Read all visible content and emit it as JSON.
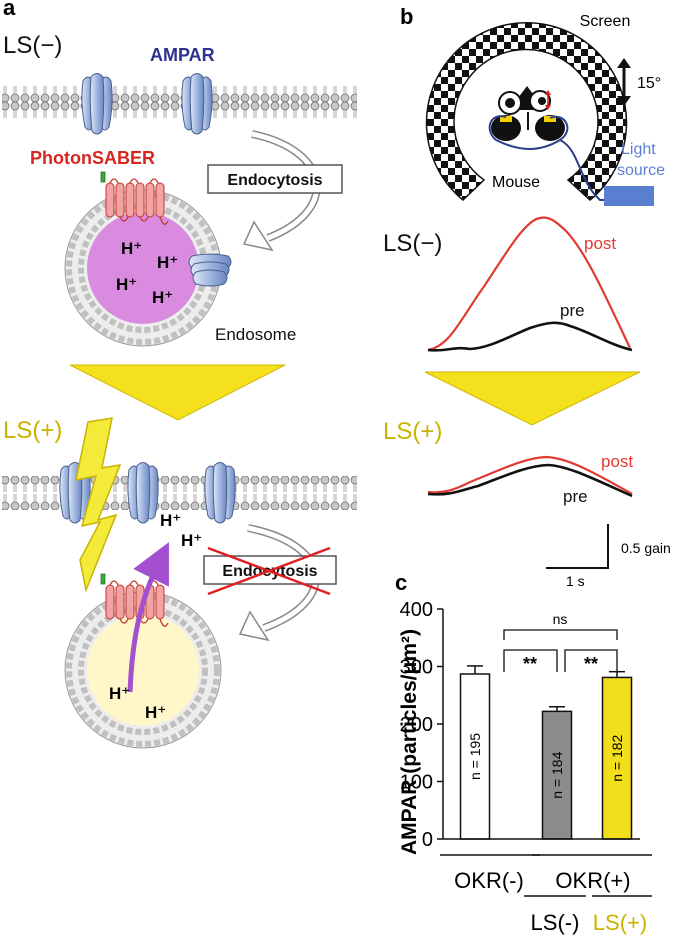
{
  "colors": {
    "ampar": "#2e3192",
    "photon_saber": "#d7261e",
    "ls_plus": "#c8b400",
    "light_source": "#5b7fd0",
    "yellow_arrow": "#f4e01c",
    "endosome_dark": "#d98be0",
    "endosome_light": "#fff7c9",
    "trace_post": "#e03a32",
    "trace_pre": "#111111",
    "bar_okr_minus": "#ffffff",
    "bar_ls_minus": "#8c8c8c",
    "bar_ls_plus": "#f2de1a"
  },
  "panel_a": {
    "letter": "a",
    "ls_minus": "LS(−)",
    "ampar": "AMPAR",
    "photonsaber": "PhotonSABER",
    "endocytosis": "Endocytosis",
    "endosome": "Endosome",
    "ls_plus": "LS(+)",
    "endocytosis_blocked": "Endocytosis",
    "proton": "H⁺"
  },
  "panel_b": {
    "letter": "b",
    "screen": "Screen",
    "angle": "15°",
    "light_source_line1": "Light",
    "light_source_line2": "source",
    "mouse": "Mouse",
    "ls_minus": "LS(−)",
    "ls_plus": "LS(+)",
    "post": "post",
    "pre": "pre",
    "scale_y": "0.5 gain",
    "scale_x": "1 s"
  },
  "panel_c": {
    "letter": "c",
    "sig_ns": "ns",
    "sig_1": "**",
    "sig_2": "**",
    "group_okr_minus": "OKR(-)",
    "group_okr_plus": "OKR(+)",
    "sub_ls_minus": "LS(-)",
    "sub_ls_plus": "LS(+)"
  },
  "chart_data": {
    "type": "bar",
    "ylabel": "AMPAR (particles/μm²)",
    "ylim": [
      0,
      400
    ],
    "yticks": [
      0,
      100,
      200,
      300,
      400
    ],
    "bars": [
      {
        "value": 287,
        "error": 14,
        "n_label": "n = 195"
      },
      {
        "value": 222,
        "error": 8,
        "n_label": "n = 184"
      },
      {
        "value": 281,
        "error": 10,
        "n_label": "n = 182"
      }
    ]
  }
}
